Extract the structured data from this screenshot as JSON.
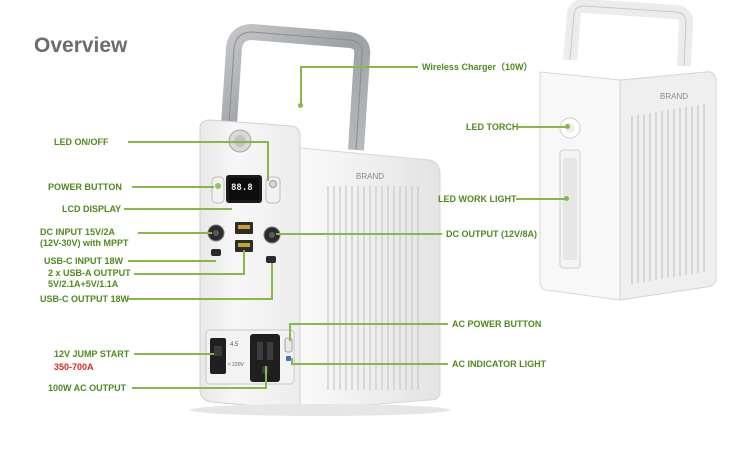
{
  "page": {
    "title": "Overview"
  },
  "device": {
    "brand": "BRAND"
  },
  "display": {
    "digits": "88.8"
  },
  "ac_panel": {
    "rating": "4.5",
    "ac_text": "≈ 220V"
  },
  "callouts": {
    "wireless_charger": "Wireless Charger（10W）",
    "led_on_off": "LED ON/OFF",
    "power_button": "POWER BUTTON",
    "lcd_display": "LCD DISPLAY",
    "dc_input_1": "DC INPUT 15V/2A",
    "dc_input_2": "(12V-30V) with MPPT",
    "usbc_input": "USB-C INPUT 18W",
    "usba_output_1": "2 x USB-A OUTPUT",
    "usba_output_2": "5V/2.1A+5V/1.1A",
    "usbc_output": "USB-C OUTPUT 18W",
    "jump_start_1": "12V JUMP START",
    "jump_start_2": "350-700A",
    "ac_output": "100W AC OUTPUT",
    "led_torch": "LED TORCH",
    "led_work_light": "LED WORK LIGHT",
    "dc_output": "DC OUTPUT (12V/8A)",
    "ac_power_button": "AC POWER BUTTON",
    "ac_indicator_light": "AC INDICATOR LIGHT"
  },
  "colors": {
    "accent": "#86b947",
    "label": "#4f8a1c",
    "warning": "#d42a1e",
    "title": "#6c6c6c"
  }
}
